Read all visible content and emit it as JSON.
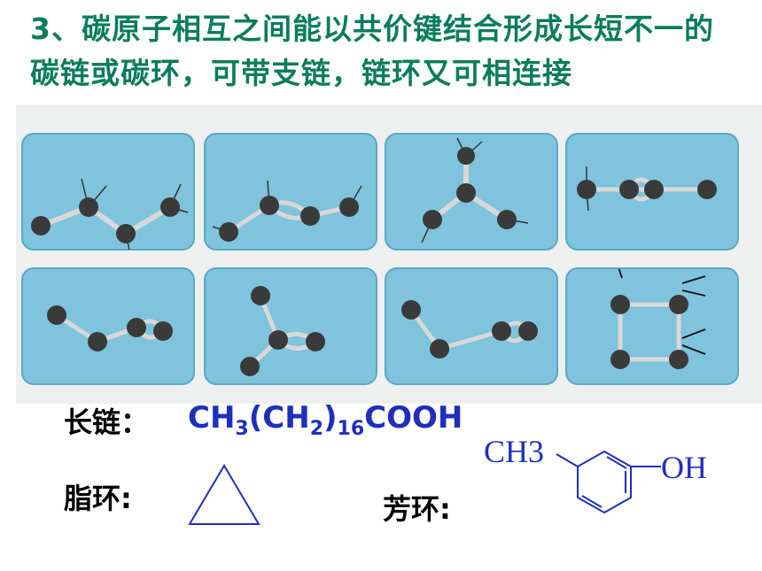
{
  "title": "3、碳原子相互之间能以共价键结合形成长短不一的碳链或碳环，可带支链，链环又可相连接",
  "examples": {
    "long_chain_label": "长链：",
    "long_chain_formula": {
      "p1": "CH",
      "s1": "3",
      "p2": "(CH",
      "s2": "2",
      "p3": ")",
      "s3": "16",
      "p4": "COOH"
    },
    "aliphatic_ring_label": "脂环:",
    "aromatic_ring_label": "芳环:",
    "aromatic_ch3": "CH3",
    "aromatic_oh": "OH"
  }
}
